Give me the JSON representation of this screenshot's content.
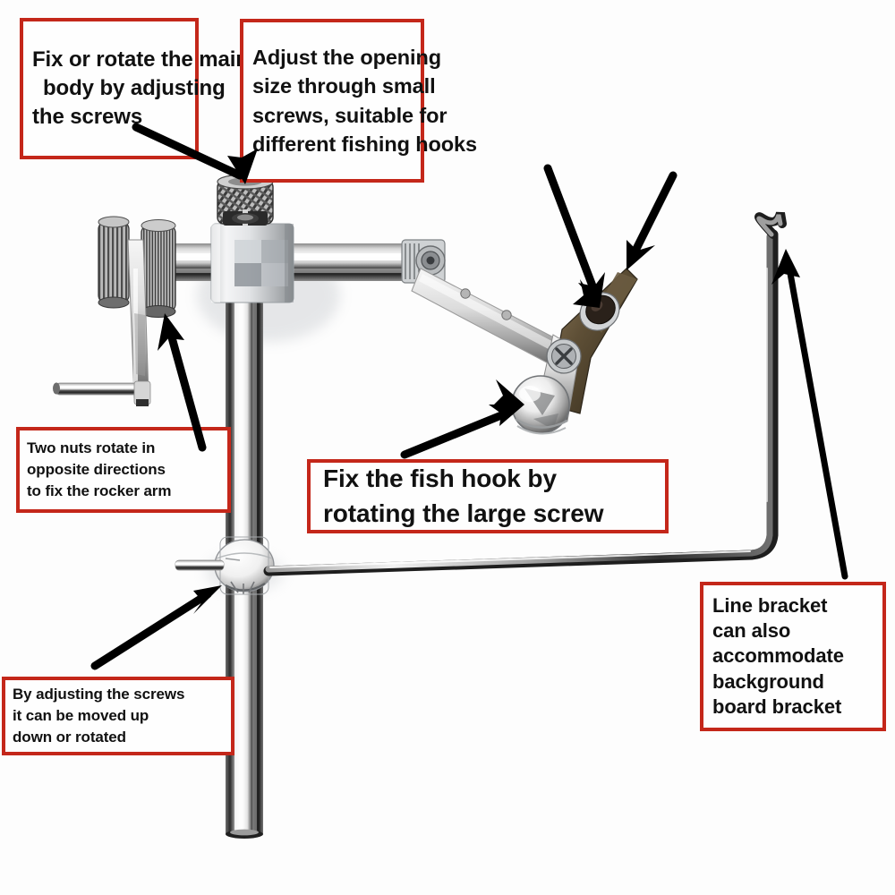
{
  "image": {
    "subject": "fly tying vise tool with annotation callouts",
    "background_color": "#fdfdfd",
    "callout_border_color": "#c4271a",
    "callout_fill_color": "#fefefe",
    "arrow_color": "#000000",
    "text_color": "#111111"
  },
  "callouts": {
    "main_body": {
      "name": "Fix or rotate the main body by adjusting the screws",
      "lines": [
        "Fix or rotate the main",
        "body by adjusting",
        "the screws"
      ]
    },
    "opening_size": {
      "name": "Adjust the opening size through small screws, suitable for different fishing hooks",
      "lines": [
        "Adjust the opening",
        "size through small",
        "screws, suitable for",
        "different fishing hooks"
      ]
    },
    "two_nuts": {
      "name": "Two nuts rotate in opposite directions to fix the rocker arm",
      "lines": [
        "Two nuts rotate in",
        "opposite directions",
        "to fix the rocker arm"
      ]
    },
    "fish_hook": {
      "name": "Fix the fish hook by rotating the large screw",
      "lines": [
        "Fix the fish hook by",
        "rotating the large screw"
      ]
    },
    "line_bracket": {
      "name": "Line bracket can also accommodate background board bracket",
      "lines": [
        "Line bracket",
        "can also",
        "accommodate",
        "background",
        "board bracket"
      ]
    },
    "adjust_screws": {
      "name": "By adjusting the screws it can be moved up down or rotated",
      "lines": [
        "By adjusting the screws",
        "it can be moved up",
        "down or rotated"
      ]
    }
  },
  "parts": {
    "top_knurled_knob": "top-knurled-thumbscrew",
    "body_block": "main-body-block",
    "left_knurled_nut_outer": "outer-knurled-nut",
    "left_knurled_nut_inner": "inner-knurled-nut",
    "rocker_arm": "rocker-arm-lever",
    "rocker_arm_rod": "rocker-arm-cross-rod",
    "horizontal_shaft": "main-horizontal-shaft",
    "shaft_end_block": "shaft-end-clamp-block",
    "shaft_end_screw": "shaft-end-screw",
    "link_arm": "jaw-link-arm",
    "jaw_tip": "hardened-jaw-tip",
    "small_adjust_screw": "small-opening-adjust-screw",
    "phillips_screw": "phillips-screw",
    "large_screw_knob": "large-clamping-screw-knob",
    "vertical_post": "vertical-post",
    "collar_junction": "post-collar-junction",
    "wire_bracket": "line-bracket-wire",
    "wire_hook": "line-bracket-hook-curl"
  },
  "arrows": [
    {
      "name": "arrow-to-top-knob",
      "from_callout": "main_body",
      "points_to": "top_knurled_knob"
    },
    {
      "name": "arrow-to-small-screw",
      "from_callout": "opening_size",
      "points_to": "small_adjust_screw"
    },
    {
      "name": "arrow-to-jaw-tip",
      "from_callout": "opening_size",
      "points_to": "jaw_tip"
    },
    {
      "name": "arrow-to-inner-nut",
      "from_callout": "two_nuts",
      "points_to": "left_knurled_nut_inner"
    },
    {
      "name": "arrow-to-large-screw",
      "from_callout": "fish_hook",
      "points_to": "large_screw_knob"
    },
    {
      "name": "arrow-to-collar",
      "from_callout": "adjust_screws",
      "points_to": "collar_junction"
    },
    {
      "name": "arrow-to-wire-hook",
      "from_callout": "line_bracket",
      "points_to": "wire_hook"
    }
  ]
}
